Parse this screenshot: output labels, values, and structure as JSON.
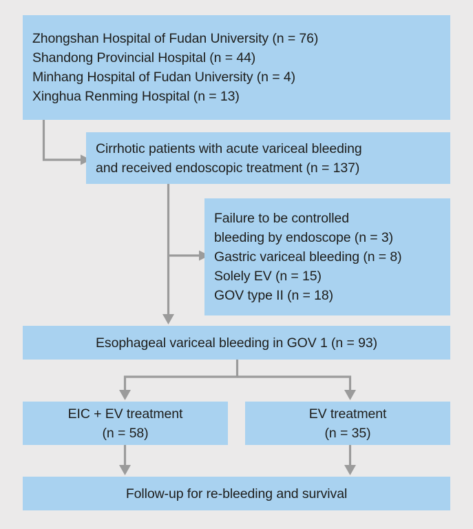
{
  "figure": {
    "type": "flowchart",
    "background_color": "#ebeaea",
    "box_color": "#a9d2f0",
    "connector_color": "#9b9b9b",
    "text_color": "#1d1d1b"
  },
  "nodes": {
    "sources": {
      "id": "sources",
      "text": "Zhongshan Hospital of Fudan University (n = 76)\nShandong Provincial Hospital (n = 44)\nMinhang Hospital of Fudan University (n = 4)\nXinghua Renming Hospital (n = 13)",
      "lines": [
        "Zhongshan Hospital of Fudan University (n = 76)",
        "Shandong Provincial Hospital (n = 44)",
        "Minhang Hospital of Fudan University (n = 4)",
        "Xinghua Renming Hospital (n = 13)"
      ],
      "counts": [
        76,
        44,
        4,
        13
      ]
    },
    "cohort": {
      "id": "cohort",
      "text": "Cirrhotic patients with acute variceal bleeding\nand received endoscopic treatment (n = 137)",
      "lines": [
        "Cirrhotic patients with acute variceal bleeding",
        "and received endoscopic treatment (n = 137)"
      ],
      "count": 137
    },
    "exclusions": {
      "id": "exclusions",
      "text": "Failure to be controlled\nbleeding by endoscope (n = 3)\nGastric variceal bleeding (n = 8)\nSolely EV (n = 15)\nGOV type II (n = 18)",
      "lines": [
        "Failure to be controlled",
        "bleeding by endoscope (n = 3)",
        "Gastric variceal bleeding (n = 8)",
        "Solely EV (n = 15)",
        "GOV type II (n = 18)"
      ],
      "counts": [
        3,
        8,
        15,
        18
      ]
    },
    "gov1": {
      "id": "gov1",
      "text": "Esophageal variceal bleeding in GOV 1 (n = 93)",
      "count": 93
    },
    "eic_ev": {
      "id": "eic_ev",
      "text": "EIC + EV treatment\n(n = 58)",
      "lines": [
        "EIC + EV treatment",
        "(n = 58)"
      ],
      "count": 58
    },
    "ev": {
      "id": "ev",
      "text": "EV treatment\n(n = 35)",
      "lines": [
        "EV treatment",
        "(n = 35)"
      ],
      "count": 35
    },
    "followup": {
      "id": "followup",
      "text": "Follow-up for re-bleeding and survival"
    }
  },
  "edges": [
    {
      "name": "sources-to-cohort",
      "from": "sources",
      "to": "cohort",
      "style": "elbow-right"
    },
    {
      "name": "cohort-to-exclusions",
      "from": "cohort",
      "to": "exclusions",
      "style": "branch-right"
    },
    {
      "name": "cohort-to-gov1",
      "from": "cohort",
      "to": "gov1",
      "style": "straight-down"
    },
    {
      "name": "gov1-to-eic-ev",
      "from": "gov1",
      "to": "eic_ev",
      "style": "split-left"
    },
    {
      "name": "gov1-to-ev",
      "from": "gov1",
      "to": "ev",
      "style": "split-right"
    },
    {
      "name": "eic-ev-to-followup",
      "from": "eic_ev",
      "to": "followup",
      "style": "straight-down"
    },
    {
      "name": "ev-to-followup",
      "from": "ev",
      "to": "followup",
      "style": "straight-down"
    }
  ]
}
